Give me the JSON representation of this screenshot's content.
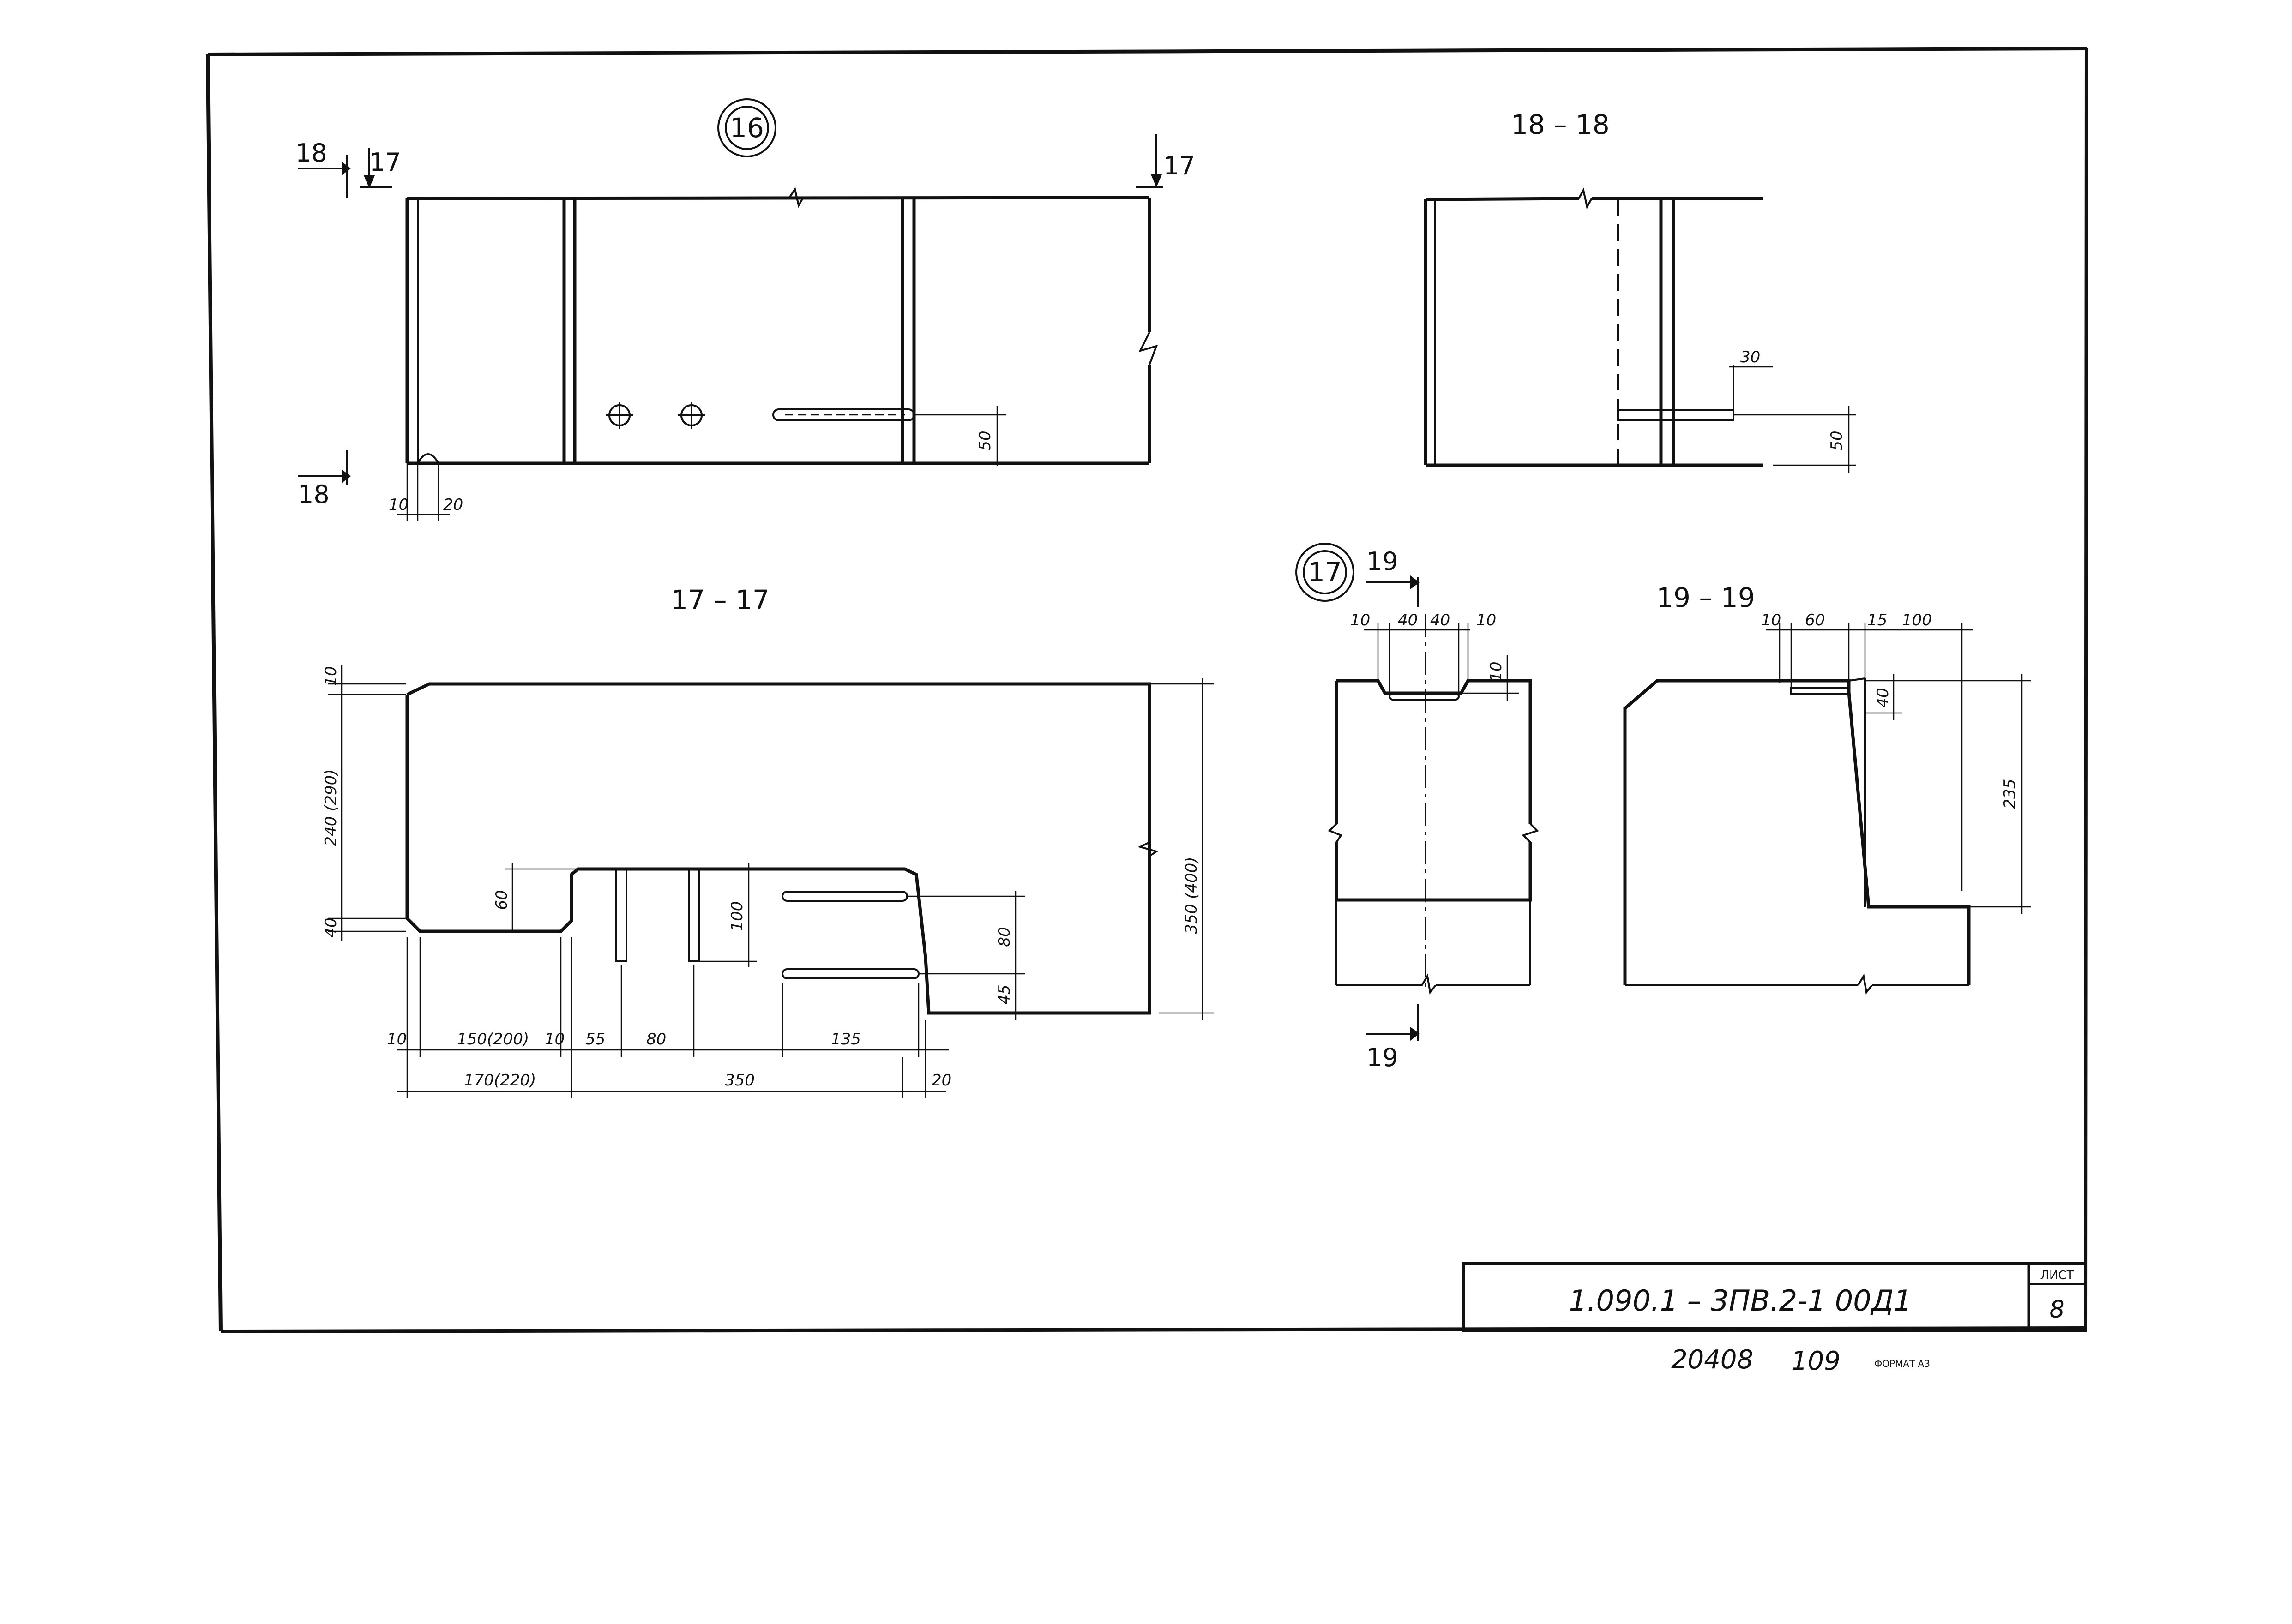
{
  "views": {
    "v16": {
      "marker": "16",
      "cut_18": "18",
      "cut_17": "17",
      "cut_18b": "18",
      "cut_17r": "17",
      "d10": "10",
      "d20": "20",
      "d50": "50"
    },
    "v18": {
      "title": "18 – 18",
      "d30": "30",
      "d50": "50"
    },
    "v17": {
      "title": "17 – 17",
      "d10a": "10",
      "d240": "240 (290)",
      "d40": "40",
      "d60": "60",
      "d100": "100",
      "d80v": "80",
      "d45": "45",
      "d350v": "350 (400)",
      "b10a": "10",
      "b150": "150(200)",
      "b10b": "10",
      "b55": "55",
      "b80": "80",
      "b135": "135",
      "b170": "170(220)",
      "b350": "350",
      "b20": "20"
    },
    "v17b": {
      "marker": "17",
      "cut_19": "19",
      "cut_19b": "19",
      "t10a": "10",
      "t40a": "40",
      "t40b": "40",
      "t10b": "10",
      "r10": "10"
    },
    "v19": {
      "title": "19 – 19",
      "t10": "10",
      "t60": "60",
      "t15": "15",
      "t100": "100",
      "r40": "40",
      "r235": "235"
    }
  },
  "title_block": {
    "code": "1.090.1 – 3ПВ.2-1  00Д1",
    "sheet_label": "ЛИСТ",
    "sheet_number": "8"
  },
  "footer": {
    "archive": "20408",
    "num": "109",
    "format": "ФОРМАТ А3"
  }
}
